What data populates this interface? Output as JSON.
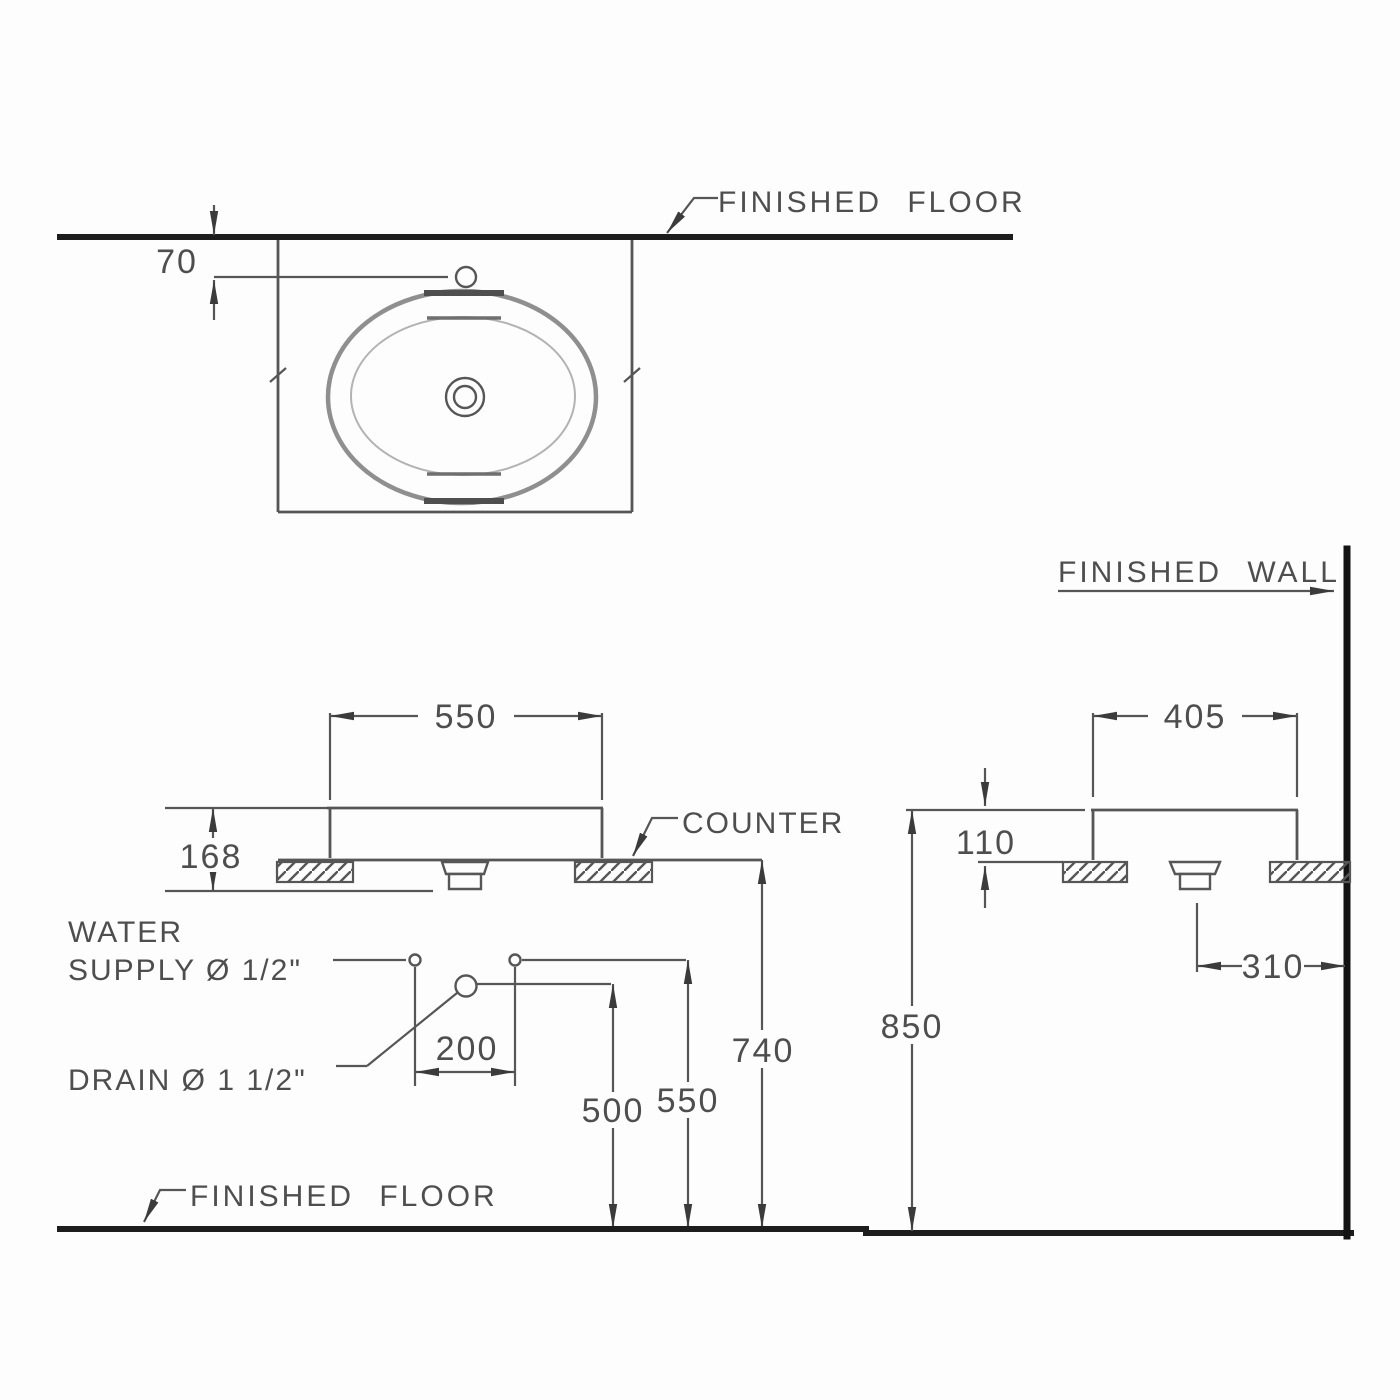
{
  "drawing_type": "sanitary-ware installation drawing (counter-top wash basin)",
  "top_view": {
    "floor_label": "FINISHED FLOOR",
    "faucet_offset_dim": "70"
  },
  "front_view": {
    "basin_width_dim": "550",
    "basin_height_dim": "168",
    "counter_label": "COUNTER",
    "water_supply_line1": "WATER",
    "water_supply_line2": "SUPPLY Ø 1/2\"",
    "drain_label": "DRAIN Ø 1 1/2\"",
    "supply_spacing_dim": "200",
    "drain_height_dim": "500",
    "supply_height_dim": "550",
    "counter_height_dim": "740",
    "floor_label": "FINISHED FLOOR"
  },
  "side_view": {
    "wall_label": "FINISHED WALL",
    "basin_depth_dim": "405",
    "rim_above_counter_dim": "110",
    "drain_to_wall_dim": "310",
    "rim_height_dim": "850"
  },
  "colors": {
    "background": "#fdfdfd",
    "structural_line": "#1d1d1d",
    "drawing_line": "#565656",
    "light_line": "#b3b3b3",
    "text": "#4e4e4e"
  }
}
